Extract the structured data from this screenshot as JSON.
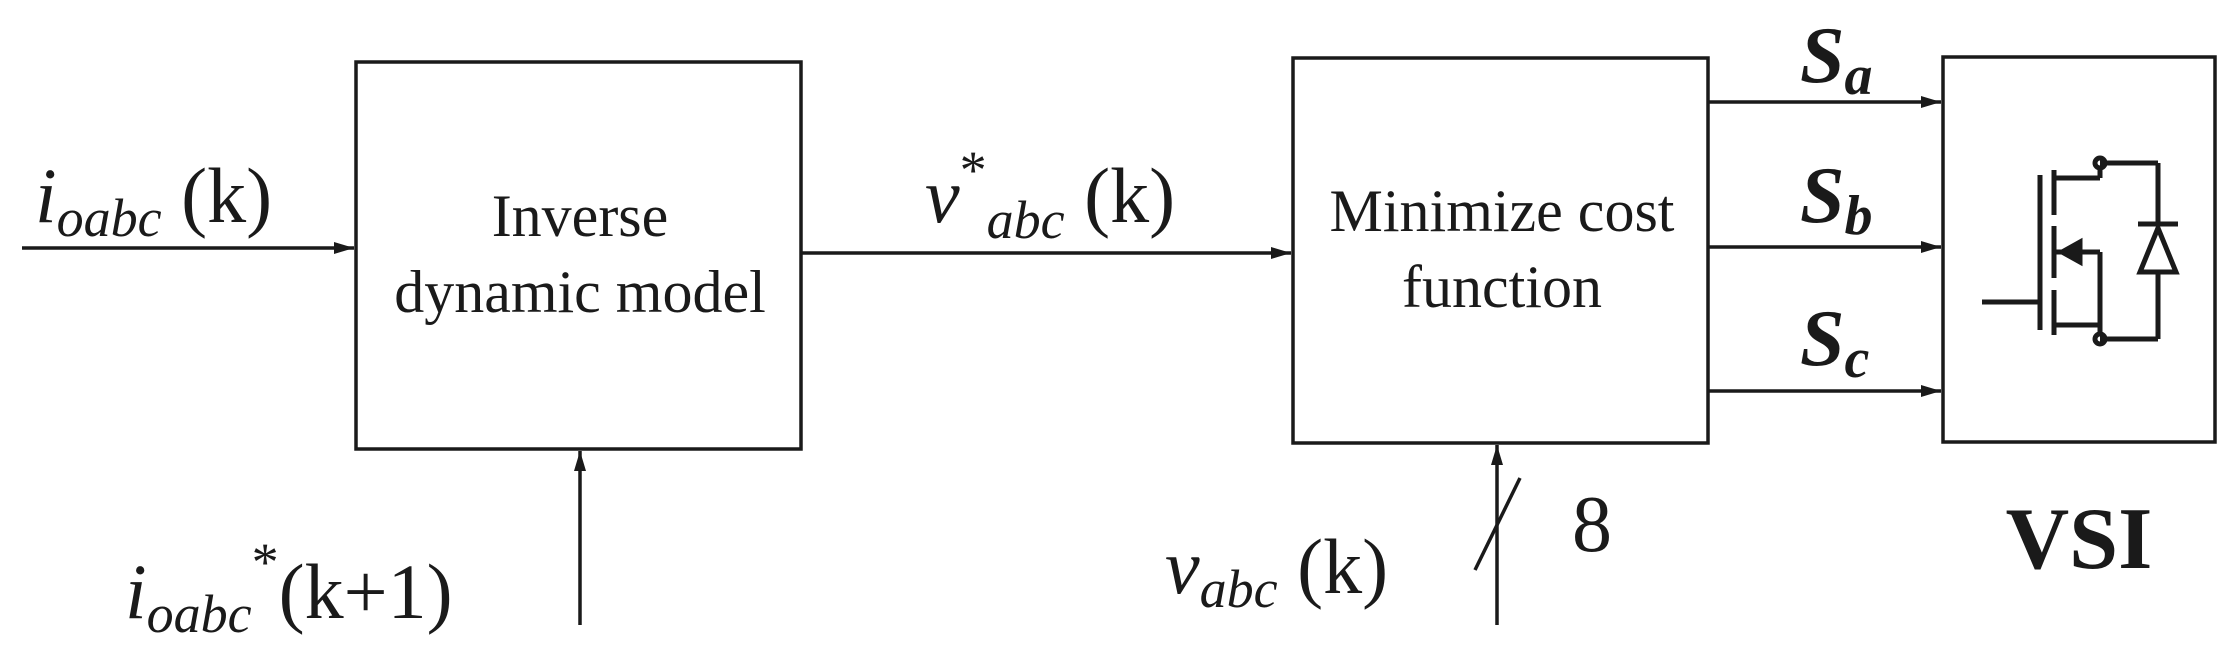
{
  "blocks": {
    "inverse_model": {
      "line1": "Inverse",
      "line2": "dynamic model"
    },
    "cost_function": {
      "line1": "Minimize cost",
      "line2": "function"
    },
    "vsi": {
      "label": "VSI"
    }
  },
  "signals": {
    "input_current": {
      "base": "i",
      "sub": "oabc",
      "arg": " (k)"
    },
    "reference_current": {
      "base": "i",
      "sub": "oabc",
      "sup": "*",
      "arg": "(k+1)"
    },
    "reference_voltage": {
      "base": "v",
      "sup": "*",
      "sub": "abc",
      "arg": " (k)"
    },
    "measured_voltage": {
      "base": "v",
      "sub": "abc",
      "arg": " (k)"
    },
    "bus_width": "8",
    "switch_a": {
      "base": "S",
      "sub": "a"
    },
    "switch_b": {
      "base": "S",
      "sub": "b"
    },
    "switch_c": {
      "base": "S",
      "sub": "c"
    }
  }
}
